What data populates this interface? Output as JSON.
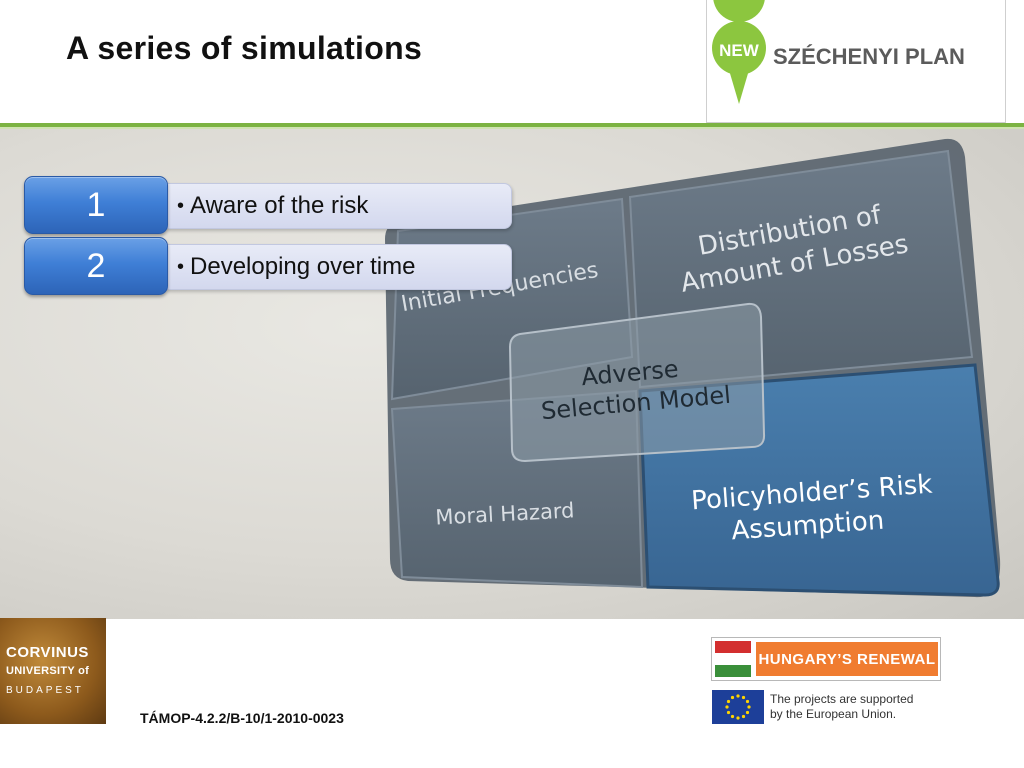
{
  "slide": {
    "title": "A series of simulations"
  },
  "logo": {
    "badge_text": "NEW",
    "brand_text": "SZÉCHENYI PLAN"
  },
  "steps": [
    {
      "number": "1",
      "label": "Aware of the risk"
    },
    {
      "number": "2",
      "label": "Developing over time"
    }
  ],
  "board": {
    "top_left": "Initial Frequencies",
    "top_right_line1": "Distribution of",
    "top_right_line2": "Amount of Losses",
    "center_line1": "Adverse",
    "center_line2": "Selection Model",
    "bottom_left": "Moral Hazard",
    "bottom_right_line1": "Policyholder’s Risk",
    "bottom_right_line2": "Assumption"
  },
  "footer": {
    "university_line1": "CORVINUS",
    "university_line2": "UNIVERSITY of",
    "university_line3": "BUDAPEST",
    "project_code": "TÁMOP-4.2.2/B-10/1-2010-0023",
    "renewal_text": "HUNGARY’S RENEWAL",
    "eu_line1": "The projects are supported",
    "eu_line2": "by the European Union."
  },
  "colors": {
    "accent_green": "#7cb342",
    "step_blue": "#3f7fd6",
    "board_gray": "#5f6f7f",
    "board_highlight": "#3e6f9d",
    "renewal_orange": "#f07c30",
    "eu_blue": "#1d3f99"
  }
}
